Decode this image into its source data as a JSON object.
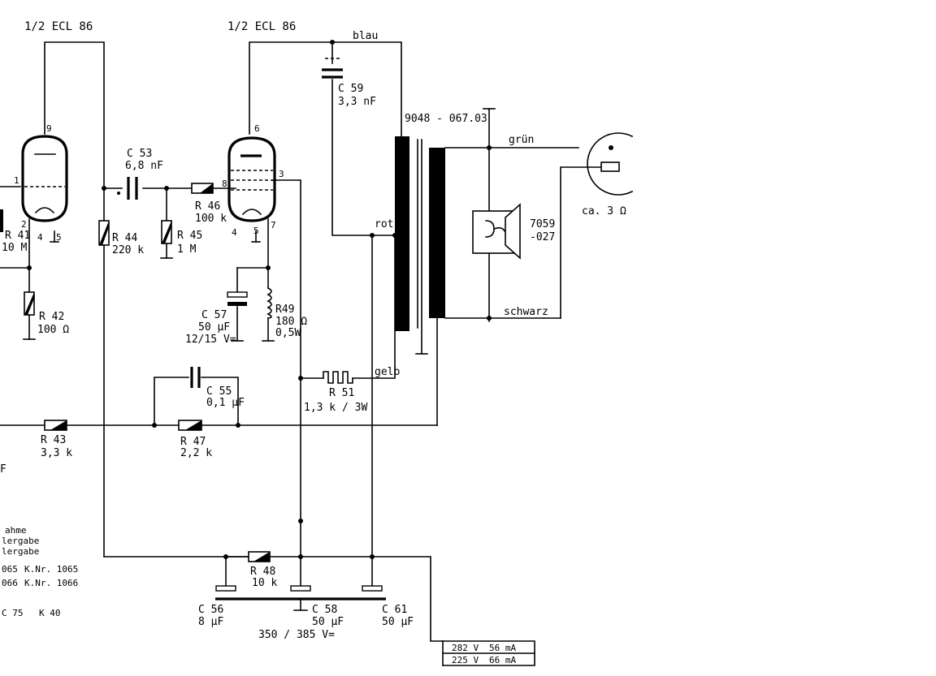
{
  "tubes": {
    "left": "1/2 ECL 86",
    "right": "1/2 ECL 86"
  },
  "pins": {
    "p9": "9",
    "p1": "1",
    "p2": "2",
    "p4a": "4",
    "p5a": "5",
    "p6": "6",
    "p8": "8",
    "p3": "3",
    "p4b": "4",
    "p5b": "5",
    "p7": "7"
  },
  "components": {
    "r41": {
      "name": "R 41",
      "value": "10 M"
    },
    "r42": {
      "name": "R 42",
      "value": "100 Ω"
    },
    "r43": {
      "name": "R 43",
      "value": "3,3 k"
    },
    "r44": {
      "name": "R 44",
      "value": "220 k"
    },
    "r45": {
      "name": "R 45",
      "value": "1 M"
    },
    "r46": {
      "name": "R 46",
      "value": "100 k"
    },
    "r47": {
      "name": "R 47",
      "value": "2,2 k"
    },
    "r48": {
      "name": "R 48",
      "value": "10 k"
    },
    "r49": {
      "name": "R49",
      "value": "180 Ω",
      "power": "0,5W"
    },
    "r51": {
      "name": "R 51",
      "value": "1,3 k / 3W"
    },
    "c53": {
      "name": "C 53",
      "value": "6,8 nF"
    },
    "c55": {
      "name": "C 55",
      "value": "0,1 µF"
    },
    "c56": {
      "name": "C 56",
      "value": "8 µF"
    },
    "c57": {
      "name": "C 57",
      "value": "50 µF",
      "voltage": "12/15 V="
    },
    "c58": {
      "name": "C 58",
      "value": "50 µF"
    },
    "c59": {
      "name": "C 59",
      "value": "3,3 nF"
    },
    "c61": {
      "name": "C 61",
      "value": "50 µF"
    }
  },
  "transformer": "9048 - 067.03",
  "wire_colors": {
    "blau": "blau",
    "rot": "rot",
    "gelb": "gelb",
    "gruen": "grün",
    "schwarz": "schwarz"
  },
  "speaker": {
    "part": "7059",
    "part2": "-027"
  },
  "output": {
    "impedance": "ca. 3 Ω"
  },
  "supply_voltage": "350 / 385 V=",
  "supply_table": [
    {
      "voltage": "282 V",
      "current": "56 mA"
    },
    {
      "voltage": "225 V",
      "current": "66 mA"
    }
  ],
  "partial_left_text": {
    "line1": "ahme",
    "line2": "lergabe",
    "line3": "lergabe",
    "line4a": "065",
    "line4b": "K.Nr. 1065",
    "line5a": "066",
    "line5b": "K.Nr. 1066",
    "line6a": "C 75",
    "line6b": "K 40",
    "f_fragment": "F"
  }
}
